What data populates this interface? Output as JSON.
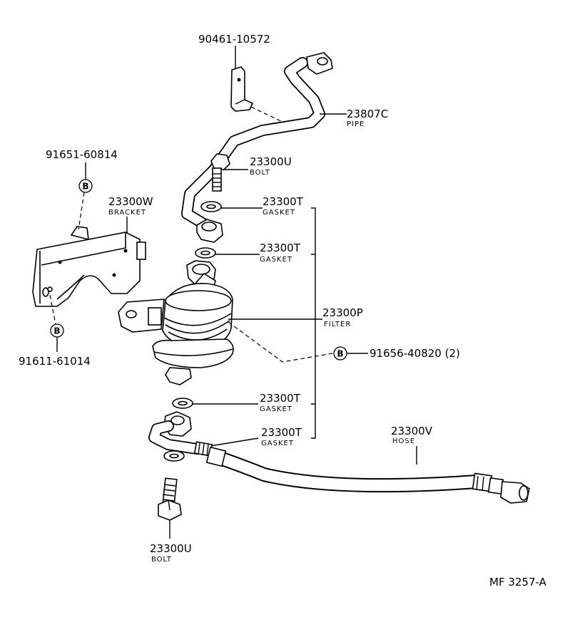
{
  "diagram_code": "MF 3257-A",
  "badge_letter": "B",
  "parts": {
    "bracket_bolt_top": {
      "number": "91651-60814"
    },
    "bracket": {
      "number": "23300W",
      "name": "BRACKET"
    },
    "bracket_bolt_bottom": {
      "number": "91611-61014"
    },
    "clamp": {
      "number": "90461-10572"
    },
    "pipe": {
      "number": "23807C",
      "name": "PIPE"
    },
    "union_bolt_top": {
      "number": "23300U",
      "name": "BOLT"
    },
    "gasket_1": {
      "number": "23300T",
      "name": "GASKET"
    },
    "gasket_2": {
      "number": "23300T",
      "name": "GASKET"
    },
    "filter": {
      "number": "23300P",
      "name": "FILTER"
    },
    "filter_bolt": {
      "number": "91656-40820 (2)"
    },
    "gasket_3": {
      "number": "23300T",
      "name": "GASKET"
    },
    "gasket_4": {
      "number": "23300T",
      "name": "GASKET"
    },
    "hose": {
      "number": "23300V",
      "name": "HOSE"
    },
    "union_bolt_bottom": {
      "number": "23300U",
      "name": "BOLT"
    }
  }
}
